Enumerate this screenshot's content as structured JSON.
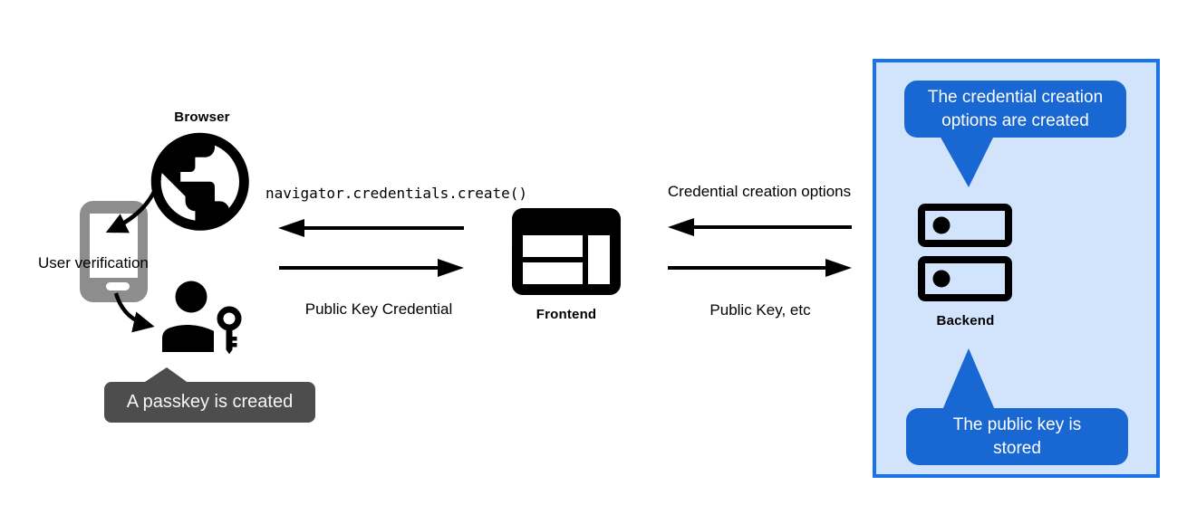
{
  "browser": {
    "label": "Browser",
    "user_verification_label": "User verification",
    "passkey_tooltip": "A passkey is created"
  },
  "frontend": {
    "label": "Frontend"
  },
  "backend": {
    "label": "Backend",
    "creation_bubble_lines": [
      "The credential creation",
      "options are created"
    ],
    "stored_bubble_lines": [
      "The public key is",
      "stored"
    ]
  },
  "flows": {
    "create_call": "navigator.credentials.create()",
    "public_key_credential": "Public Key Credential",
    "credential_creation_options": "Credential creation options",
    "public_key_etc": "Public Key, etc"
  },
  "icons": {
    "browser": "globe-icon",
    "user_device": "smartphone-icon",
    "user": "person-key-icon",
    "frontend": "browser-window-icon",
    "backend": "server-stack-icon"
  },
  "colors": {
    "panel_border": "#1a73e8",
    "panel_fill": "#d2e3fc",
    "bubble": "#1967d2",
    "tooltip": "#4d4d4d",
    "phone": "#8d8d8d",
    "ink": "#000000"
  }
}
